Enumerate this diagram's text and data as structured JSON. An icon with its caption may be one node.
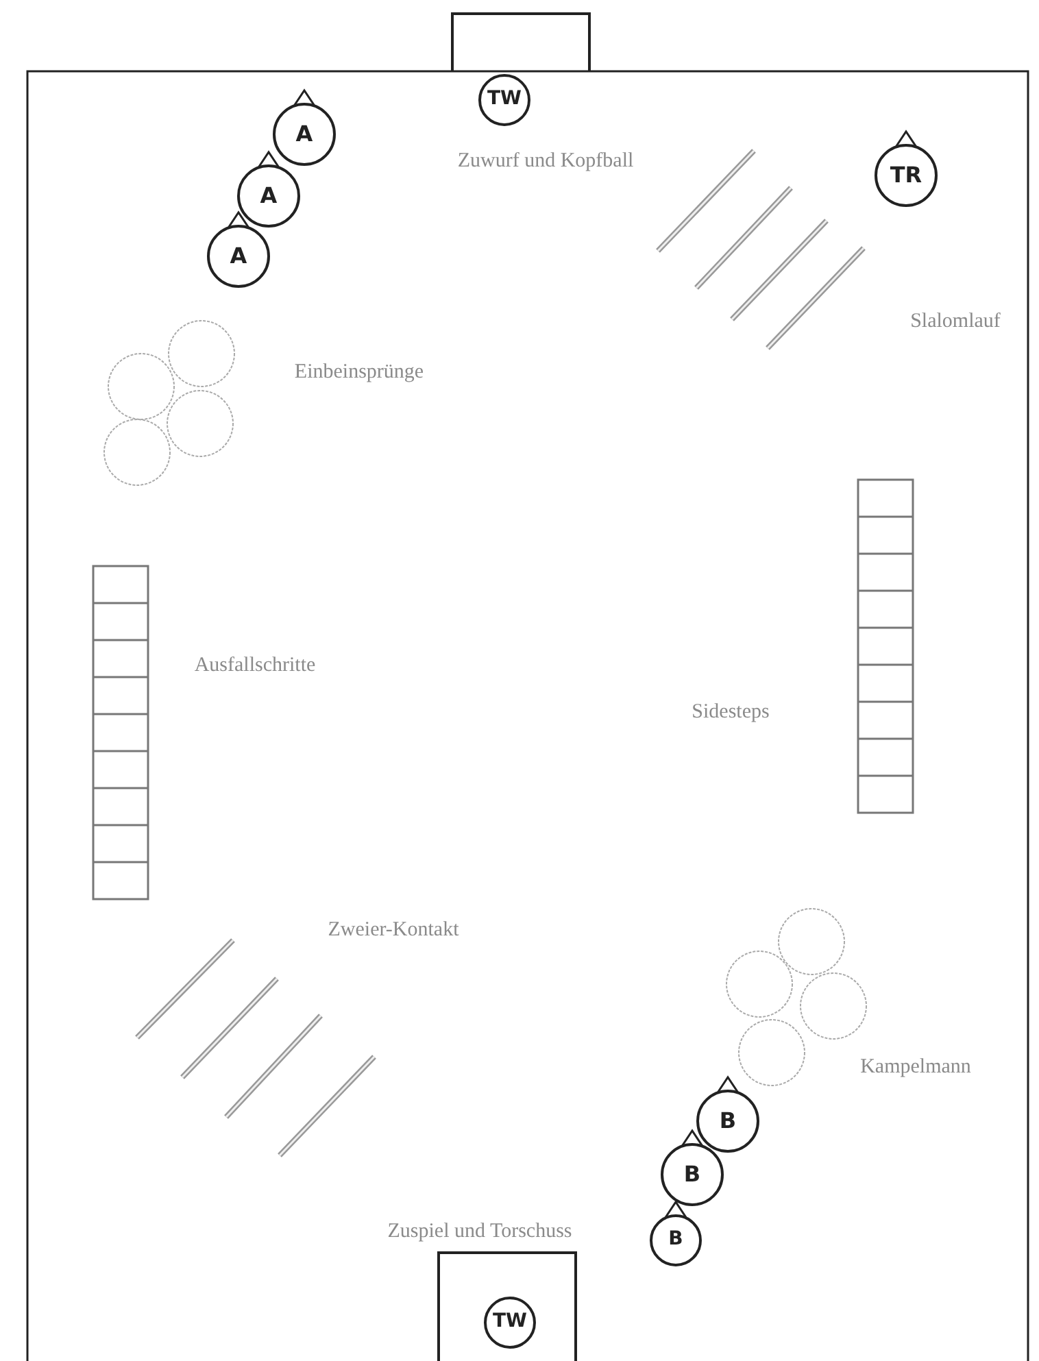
{
  "diagram": {
    "nodes": [
      {
        "text": [
          "TW"
        ]
      },
      {
        "text": [
          "A"
        ]
      },
      {
        "text": [
          "TR"
        ]
      },
      {
        "text": [
          "A"
        ]
      },
      {
        "text": [
          "A"
        ]
      },
      {
        "text": [
          "B"
        ]
      },
      {
        "text": [
          "B"
        ]
      },
      {
        "text": [
          "B"
        ]
      },
      {
        "text": [
          "TW"
        ]
      }
    ],
    "labels": [
      "Zuwurf und Kopfball",
      "Slalomlauf",
      "Einbeinsprünge",
      "Ausfallschritte",
      "Sidesteps",
      "Zweier-Kontakt",
      "Kampelmann",
      "Zuspiel und Torschuss"
    ]
  }
}
